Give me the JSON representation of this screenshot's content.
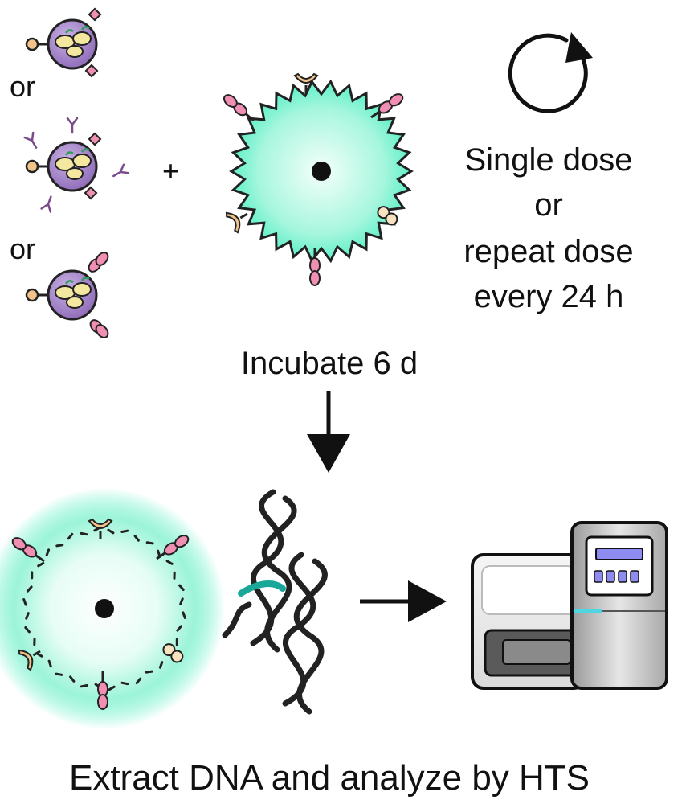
{
  "labels": {
    "or_1": "or",
    "or_2": "or",
    "plus": "+",
    "dose_line_1": "Single dose",
    "dose_line_2": "or",
    "dose_line_3": "repeat dose",
    "dose_line_4": "every 24 h",
    "incubate": "Incubate 6 d",
    "bottom_caption": "Extract DNA and analyze by HTS"
  },
  "colors": {
    "cell_green": "#5FF0C8",
    "vesicle_purple": "#9B7BC0",
    "cargo_yellow": "#F4E7A0",
    "receptor_pink": "#F08FB3",
    "ligand_tan": "#F2C48C",
    "dna_black": "#222222",
    "dna_teal": "#19A79A",
    "sequencer_screen": "#8E8CF0",
    "sequencer_stripe": "#4FD6E0"
  },
  "icons": {
    "repeat": "circular-arrow-icon",
    "flow_down": "arrow-down-icon",
    "flow_right": "arrow-right-icon",
    "instrument": "sequencer-icon"
  }
}
